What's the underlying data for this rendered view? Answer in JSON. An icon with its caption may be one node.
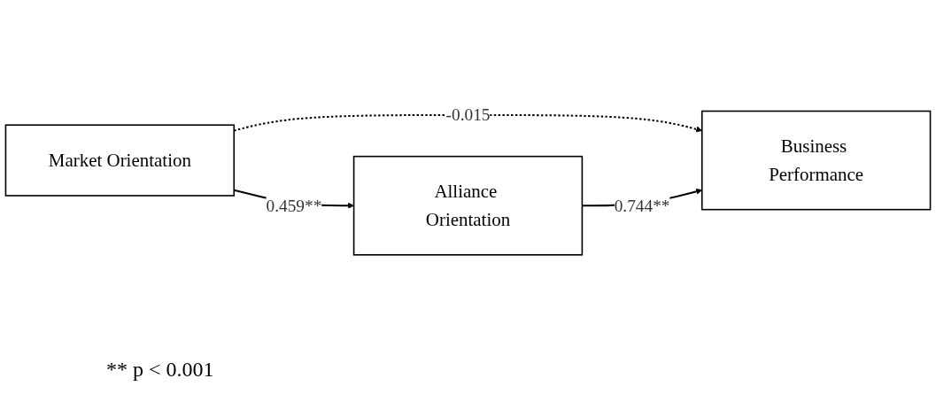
{
  "diagram": {
    "nodes": [
      {
        "text": [
          "Market Orientation"
        ]
      },
      {
        "text": [
          "Business Performance"
        ]
      },
      {
        "text": [
          "Alliance Orientation"
        ]
      }
    ],
    "edges": [
      {
        "from": 0,
        "to": 1,
        "arrow": "to",
        "label": "-0.015",
        "style": "dashed"
      },
      {
        "from": 0,
        "to": 2,
        "arrow": "to",
        "label": "0.459**"
      },
      {
        "from": 2,
        "to": 1,
        "arrow": "to",
        "label": "0.744**"
      }
    ],
    "labels": [
      "** p < 0.001"
    ]
  }
}
